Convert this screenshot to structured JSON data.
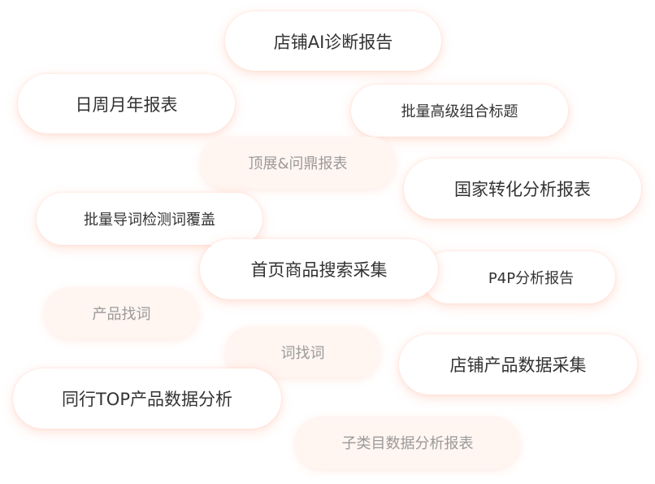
{
  "tags": [
    {
      "label": "店铺AI诊断报告",
      "active": true
    },
    {
      "label": "日周月年报表",
      "active": true
    },
    {
      "label": "批量高级组合标题",
      "active": true
    },
    {
      "label": "顶展&问鼎报表",
      "active": false
    },
    {
      "label": "国家转化分析报表",
      "active": true
    },
    {
      "label": "批量导词检测词覆盖",
      "active": true
    },
    {
      "label": "P4P分析报告",
      "active": true
    },
    {
      "label": "首页商品搜索采集",
      "active": true
    },
    {
      "label": "产品找词",
      "active": false
    },
    {
      "label": "词找词",
      "active": false
    },
    {
      "label": "店铺产品数据采集",
      "active": true
    },
    {
      "label": "同行TOP产品数据分析",
      "active": true
    },
    {
      "label": "子类目数据分析报表",
      "active": false
    }
  ]
}
